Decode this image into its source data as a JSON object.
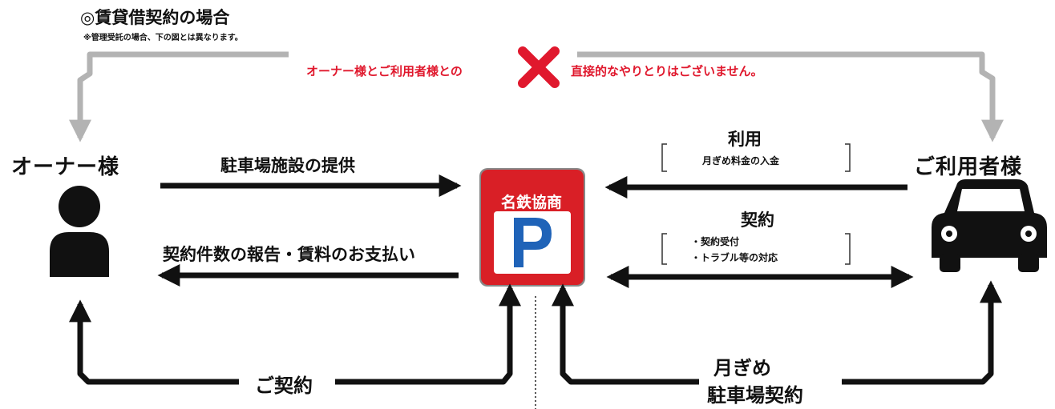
{
  "header": {
    "title": "◎賃貸借契約の場合",
    "note": "※管理受託の場合、下の図とは異なります。"
  },
  "warning": {
    "left_text": "オーナー様とご利用者様との",
    "right_text": "直接的なやりとりはございません。",
    "cross_icon": "cross-mark-icon"
  },
  "owner": {
    "label": "オーナー様",
    "icon": "person-icon"
  },
  "user": {
    "label": "ご利用者様",
    "icon": "car-icon"
  },
  "company": {
    "name": "名鉄協商",
    "symbol": "P",
    "icon": "parking-logo-icon"
  },
  "flows": {
    "owner_to_company": "駐車場施設の提供",
    "company_to_owner": "契約件数の報告・賃料のお支払い",
    "user_to_company_title": "利用",
    "user_to_company_detail": "月ぎめ料金の入金",
    "contract_title": "契約",
    "contract_items": [
      "・契約受付",
      "・トラブル等の対応"
    ]
  },
  "bottom": {
    "owner_contract": "ご契約",
    "user_contract_line1": "月ぎめ",
    "user_contract_line2": "駐車場契約"
  },
  "colors": {
    "red": "#e0182d",
    "arrow": "#111111",
    "gray_line": "#b3b3b3",
    "logo_blue": "#1f63b8"
  }
}
